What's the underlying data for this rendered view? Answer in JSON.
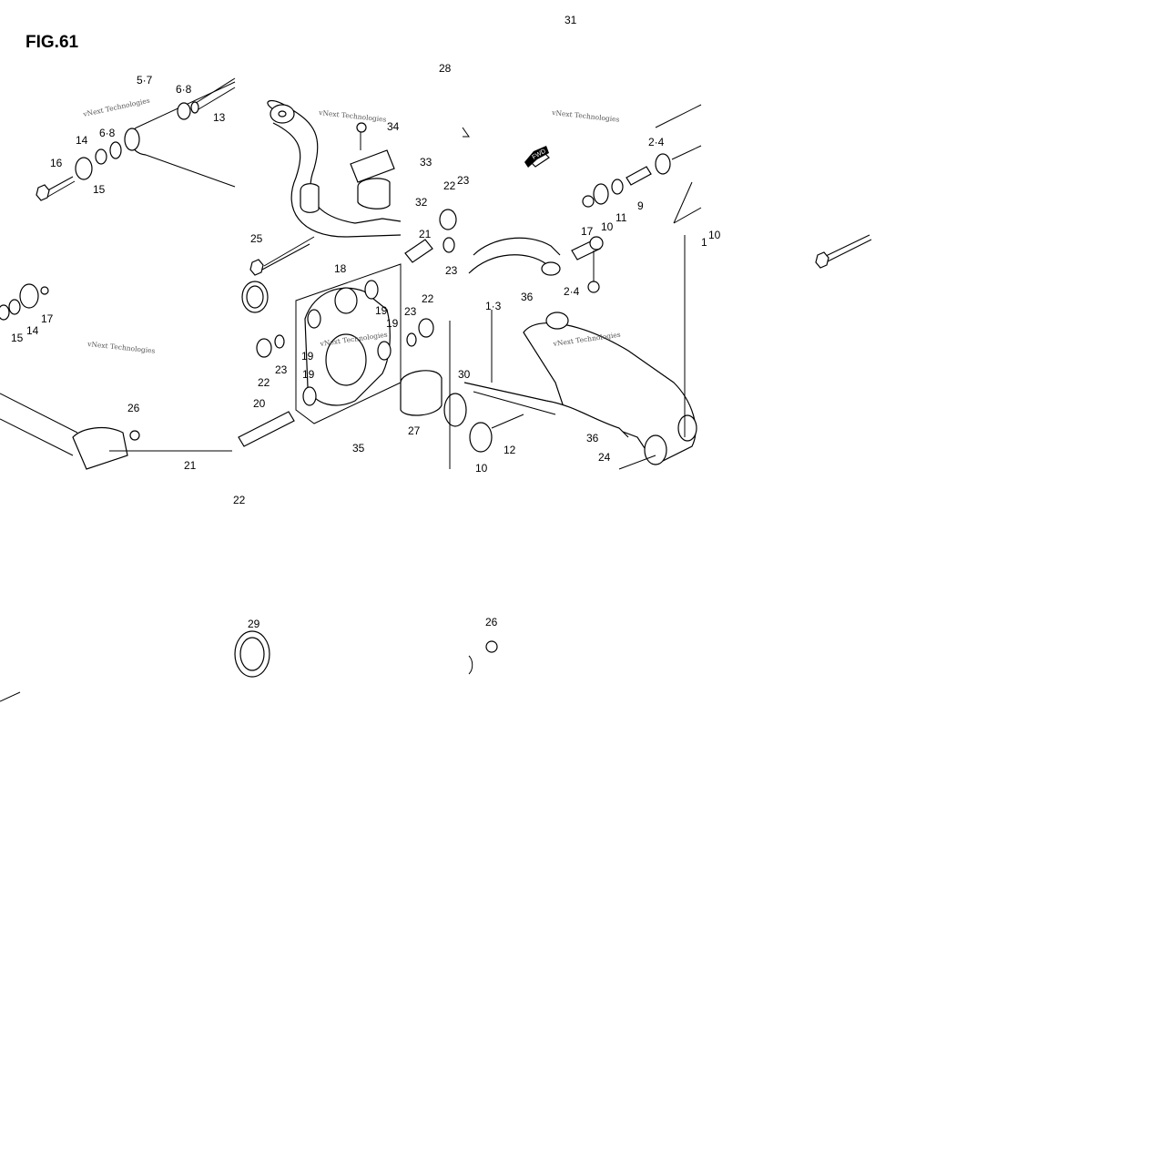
{
  "figure": {
    "title": "FIG.61",
    "watermark": "vNext Technologies",
    "direction_badge": "FWD"
  },
  "callouts": [
    "31",
    "28",
    "5·7",
    "6·8",
    "13",
    "34",
    "33",
    "32",
    "14",
    "6·8",
    "16",
    "15",
    "2·4",
    "9",
    "11",
    "10",
    "23",
    "22",
    "21",
    "25",
    "18",
    "23",
    "17",
    "36",
    "2·4",
    "1·3",
    "19",
    "19",
    "22",
    "23",
    "14",
    "15",
    "17",
    "19",
    "22",
    "23",
    "19",
    "30",
    "12",
    "36",
    "26",
    "20",
    "27",
    "10",
    "35",
    "24",
    "21",
    "22",
    "29",
    "26",
    "10",
    "1"
  ]
}
